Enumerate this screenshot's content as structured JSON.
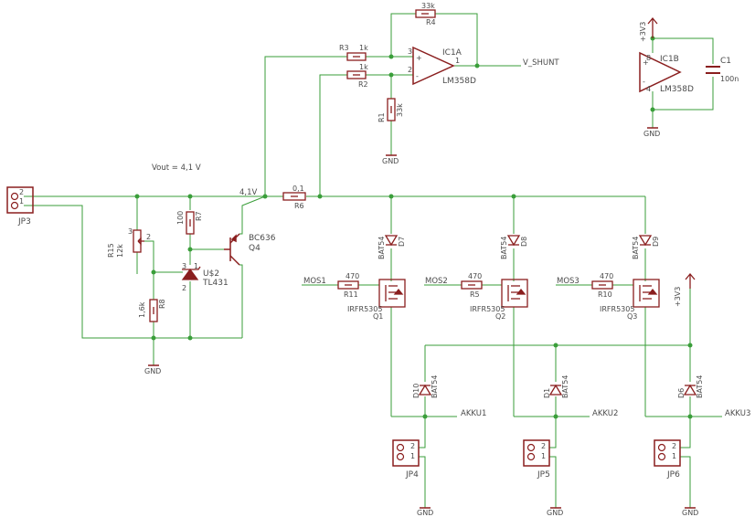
{
  "connectors": [
    {
      "id": "jp3",
      "label": "JP3",
      "pins": [
        "2",
        "1"
      ]
    },
    {
      "id": "jp4",
      "label": "JP4",
      "pins": [
        "2",
        "1"
      ]
    },
    {
      "id": "jp5",
      "label": "JP5",
      "pins": [
        "2",
        "1"
      ]
    },
    {
      "id": "jp6",
      "label": "JP6",
      "pins": [
        "2",
        "1"
      ]
    }
  ],
  "vout_note": "Vout = 4,1 V",
  "node_41": "4,1V",
  "r15": {
    "name": "R15",
    "value": "12k",
    "pins": [
      "3",
      "2"
    ]
  },
  "r8": {
    "name": "R8",
    "value": "1,6k"
  },
  "r7": {
    "name": "R7",
    "value": "100"
  },
  "u2": {
    "name": "U$2",
    "part": "TL431",
    "pins": [
      "3",
      "2",
      "1"
    ]
  },
  "q4": {
    "name": "Q4",
    "part": "BC636"
  },
  "r6": {
    "name": "R6",
    "value": "0,1"
  },
  "r3": {
    "name": "R3",
    "value": "1k"
  },
  "r2": {
    "name": "R2",
    "value": "1k"
  },
  "r4": {
    "name": "R4",
    "value": "33k"
  },
  "r1": {
    "name": "R1",
    "value": "33k"
  },
  "ic1a": {
    "name": "IC1A",
    "part": "LM358D",
    "pins": [
      "3",
      "2",
      "1"
    ],
    "plus": "+",
    "minus": "-"
  },
  "ic1b": {
    "name": "IC1B",
    "part": "LM358D",
    "pins": [
      "8",
      "4"
    ],
    "plus": "+",
    "minus": "-"
  },
  "c1": {
    "name": "C1",
    "value": "100n"
  },
  "v_shunt": "V_SHUNT",
  "vcc": "+3V3",
  "gnd": "GND",
  "channels": [
    {
      "mos": "MOS1",
      "gate_r": "R11",
      "gate_val": "470",
      "fet": "Q1",
      "fet_part": "IRFR5305",
      "diode_top": "D7",
      "diode_bot": "D10",
      "diode_part": "BAT54",
      "akku": "AKKU1"
    },
    {
      "mos": "MOS2",
      "gate_r": "R5",
      "gate_val": "470",
      "fet": "Q2",
      "fet_part": "IRFR5305",
      "diode_top": "D8",
      "diode_bot": "D1",
      "diode_part": "BAT54",
      "akku": "AKKU2"
    },
    {
      "mos": "MOS3",
      "gate_r": "R10",
      "gate_val": "470",
      "fet": "Q3",
      "fet_part": "IRFR5305",
      "diode_top": "D9",
      "diode_bot": "D6",
      "diode_part": "BAT54",
      "akku": "AKKU3"
    }
  ],
  "colors": {
    "wire": "#3a9e3a",
    "symbol": "#8a1e1e",
    "text": "#4a4a4a",
    "junction": "#3a9e3a"
  }
}
